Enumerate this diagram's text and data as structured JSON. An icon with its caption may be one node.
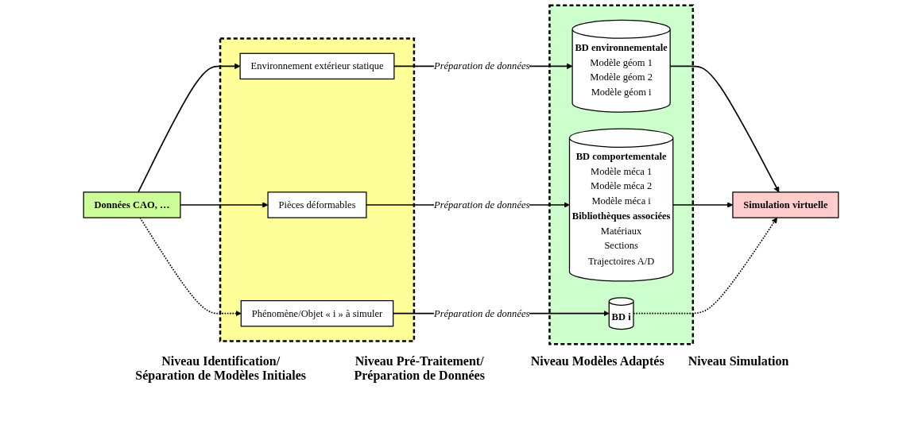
{
  "diagram": {
    "nodes": [
      {
        "text": [
          "Données CAO, …"
        ]
      },
      {
        "text": [],
        "shape": "box"
      },
      {
        "text": [
          "Environnement extérieur statique"
        ],
        "in": 1
      },
      {
        "text": [
          "Pièces déformables"
        ],
        "in": 1
      },
      {
        "text": [
          "Phénomène/Objet « i » à simuler"
        ],
        "in": 1
      },
      {
        "text": [],
        "shape": "box"
      },
      {
        "text": [
          "BD environnementale",
          "Modèle géom 1",
          "Modèle géom 2",
          "Modèle géom i"
        ],
        "in": 5
      },
      {
        "text": [
          "BD comportementale",
          "Modèle méca 1",
          "Modèle méca 2",
          "Modèle méca i",
          "Bibliothèques associées",
          "Matériaux",
          "Sections",
          "Trajectoires A/D"
        ],
        "in": 5
      },
      {
        "text": [
          "BD i"
        ],
        "in": 5
      },
      {
        "text": [
          "Simulation virtuelle"
        ]
      }
    ],
    "edges": [
      {
        "from": 0,
        "to": 2,
        "arrow": "to"
      },
      {
        "from": 0,
        "to": 3,
        "arrow": "to"
      },
      {
        "from": 0,
        "to": 4,
        "arrow": "to",
        "style": "dashed"
      },
      {
        "from": 2,
        "to": 6,
        "arrow": "to",
        "label": "Préparation de données"
      },
      {
        "from": 3,
        "to": 7,
        "arrow": "to",
        "label": "Préparation de données"
      },
      {
        "from": 4,
        "to": 8,
        "arrow": "to",
        "label": "Préparation de données"
      },
      {
        "from": 6,
        "to": 9,
        "arrow": "to"
      },
      {
        "from": 7,
        "to": 9,
        "arrow": "to"
      },
      {
        "from": 8,
        "to": 9,
        "arrow": "to",
        "style": "dashed"
      }
    ],
    "labels": [
      "Niveau Identification/ Séparation de Modèles Initiales",
      "Niveau Pré-Traitement/ Préparation de Données",
      "Niveau Modèles Adaptés",
      "Niveau Simulation"
    ]
  }
}
